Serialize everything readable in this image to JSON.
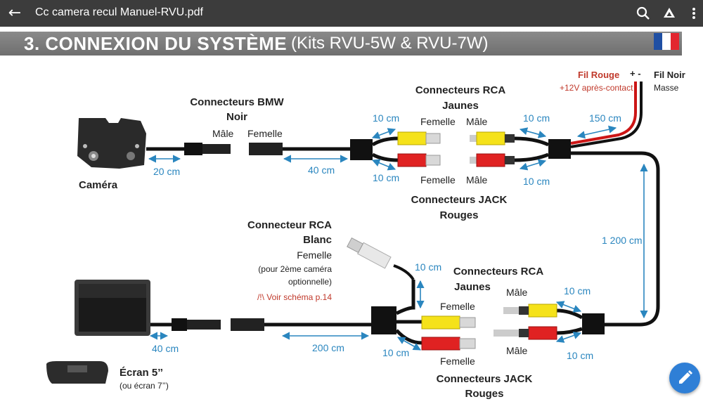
{
  "appbar": {
    "title": "Cc camera recul Manuel-RVU.pdf",
    "back_glyph": "←",
    "icons": [
      "back-icon",
      "search-icon",
      "drive-icon",
      "more-vert-icon"
    ]
  },
  "header": {
    "heading": "3. CONNEXION DU SYSTÈME",
    "subheading": "(Kits RVU-5W & RVU-7W)"
  },
  "flag": {
    "colors": [
      "#1f4fa3",
      "#ffffff",
      "#e3262f"
    ]
  },
  "colors": {
    "accent_blue": "#2a86bf",
    "red_note": "#c0392b",
    "rca_yellow": "#f5e21a",
    "rca_red": "#e02222"
  },
  "labels": {
    "bmw_title": "Connecteurs BMW",
    "bmw_sub": "Noir",
    "male": "Mâle",
    "femelle": "Femelle",
    "camera": "Caméra",
    "rca_jaunes_title": "Connecteurs RCA",
    "rca_jaunes_sub": "Jaunes",
    "jack_title": "Connecteurs JACK",
    "jack_sub": "Rouges",
    "fil_rouge": "Fil Rouge",
    "plus_minus": "+ -",
    "apres_contact": "+12V après-contact",
    "fil_noir": "Fil Noir",
    "masse": "Masse",
    "blanc_title": "Connecteur RCA",
    "blanc_sub": "Blanc",
    "blanc_note1": "(pour 2ème caméra",
    "blanc_note2": "optionnelle)",
    "voir": "/!\\ Voir schéma p.14",
    "ecran": "Écran 5’’",
    "ecran_sub": "(ou écran 7’’)"
  },
  "dims": {
    "d20": "20 cm",
    "d40": "40 cm",
    "d10": "10 cm",
    "d150": "150 cm",
    "d1200": "1 200 cm",
    "d200": "200 cm"
  }
}
